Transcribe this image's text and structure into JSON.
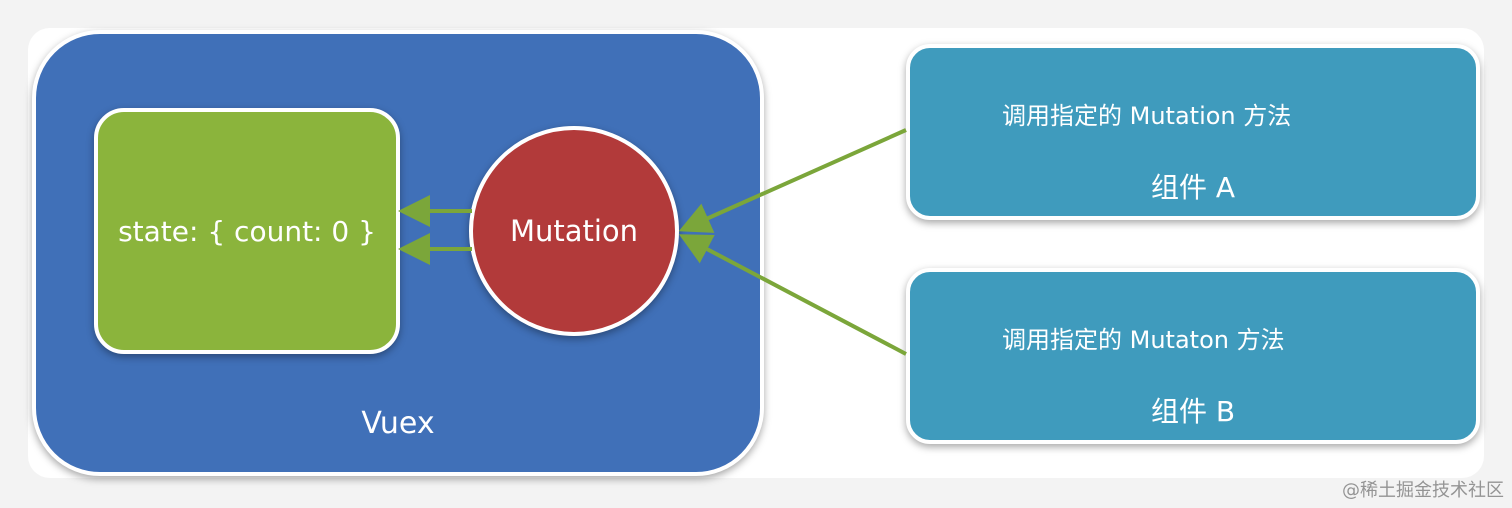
{
  "diagram": {
    "vuex_label": "Vuex",
    "state_text": "state: { count: 0 }",
    "mutation_text": "Mutation",
    "component_a": {
      "description": "调用指定的 Mutation 方法",
      "name": "组件 A"
    },
    "component_b": {
      "description": "调用指定的 Mutaton 方法",
      "name": "组件 B"
    },
    "watermark": "@稀土掘金技术社区"
  },
  "colors": {
    "vuex_bg": "#4070b8",
    "state_bg": "#8bb43c",
    "mutation_bg": "#b23a3a",
    "component_bg": "#3f9bbd",
    "arrow": "#7ba63a"
  }
}
